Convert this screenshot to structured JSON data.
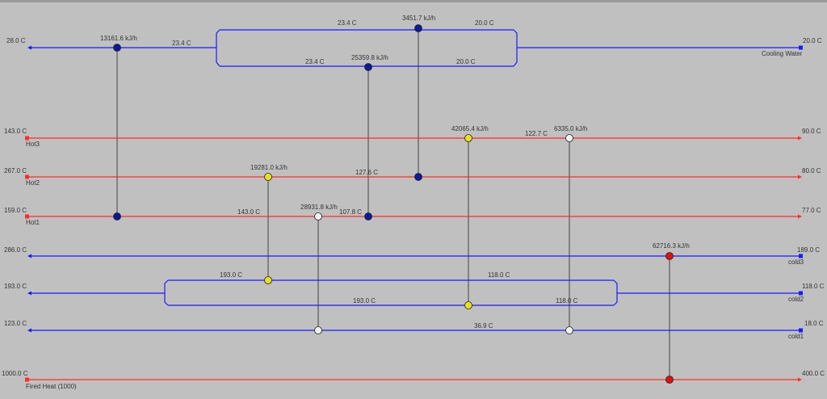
{
  "colors": {
    "hot": "#ff2a2a",
    "cold": "#1a1aff",
    "exchanger_blue": "#0a1a9a",
    "exchanger_yellow": "#e8e020",
    "exchanger_white": "#f0f0f0",
    "exchanger_red": "#e01010",
    "link": "#444444",
    "background": "#c0c0c0"
  },
  "streams": [
    {
      "id": "cw",
      "kind": "cold",
      "left_temp": "28.0 C",
      "right_temp": "20.0 C",
      "name": "Cooling Water"
    },
    {
      "id": "hot3",
      "kind": "hot",
      "left_temp": "143.0 C",
      "right_temp": "90.0 C",
      "name": "Hot3"
    },
    {
      "id": "hot2",
      "kind": "hot",
      "left_temp": "267.0 C",
      "right_temp": "80.0 C",
      "name": "Hot2"
    },
    {
      "id": "hot1",
      "kind": "hot",
      "left_temp": "159.0 C",
      "right_temp": "77.0 C",
      "name": "Hot1"
    },
    {
      "id": "cold3",
      "kind": "cold",
      "left_temp": "286.0 C",
      "right_temp": "189.0 C",
      "name": "cold3"
    },
    {
      "id": "cold2",
      "kind": "cold",
      "left_temp": "193.0 C",
      "right_temp": "118.0 C",
      "name": "cold2"
    },
    {
      "id": "cold1",
      "kind": "cold",
      "left_temp": "123.0 C",
      "right_temp": "18.0 C",
      "name": "cold1"
    },
    {
      "id": "fired",
      "kind": "hot",
      "left_temp": "1000.0 C",
      "right_temp": "400.0 C",
      "name": "Fired Heat (1000)"
    }
  ],
  "branch_labels": {
    "cw_upper_left": "23.4 C",
    "cw_upper_right": "20.0 C",
    "cw_lower_left": "23.4 C",
    "cw_lower_right": "20.0 C",
    "cw_main_mid": "23.4 C",
    "cold2_upper_left": "193.0 C",
    "cold2_upper_right": "118.0 C",
    "cold2_lower_left": "193.0 C",
    "cold2_lower_right": "118.0 C"
  },
  "inline_temps": {
    "hot3_mid": "122.7 C",
    "hot2_mid": "127.6 C",
    "hot1_a": "143.0 C",
    "hot1_b": "107.8 C",
    "cold1_mid": "36.9 C"
  },
  "exchangers": [
    {
      "id": "e1",
      "duty": "13161.6 kJ/h",
      "color": "blue"
    },
    {
      "id": "e2",
      "duty": "3451.7 kJ/h",
      "color": "blue"
    },
    {
      "id": "e3",
      "duty": "25359.8 kJ/h",
      "color": "blue"
    },
    {
      "id": "e4",
      "duty": "42065.4 kJ/h",
      "color": "yellow"
    },
    {
      "id": "e5",
      "duty": "6335.0 kJ/h",
      "color": "white"
    },
    {
      "id": "e6",
      "duty": "19281.0 kJ/h",
      "color": "yellow"
    },
    {
      "id": "e7",
      "duty": "28931.8 kJ/h",
      "color": "white"
    },
    {
      "id": "e8",
      "duty": "62716.3 kJ/h",
      "color": "red"
    }
  ]
}
